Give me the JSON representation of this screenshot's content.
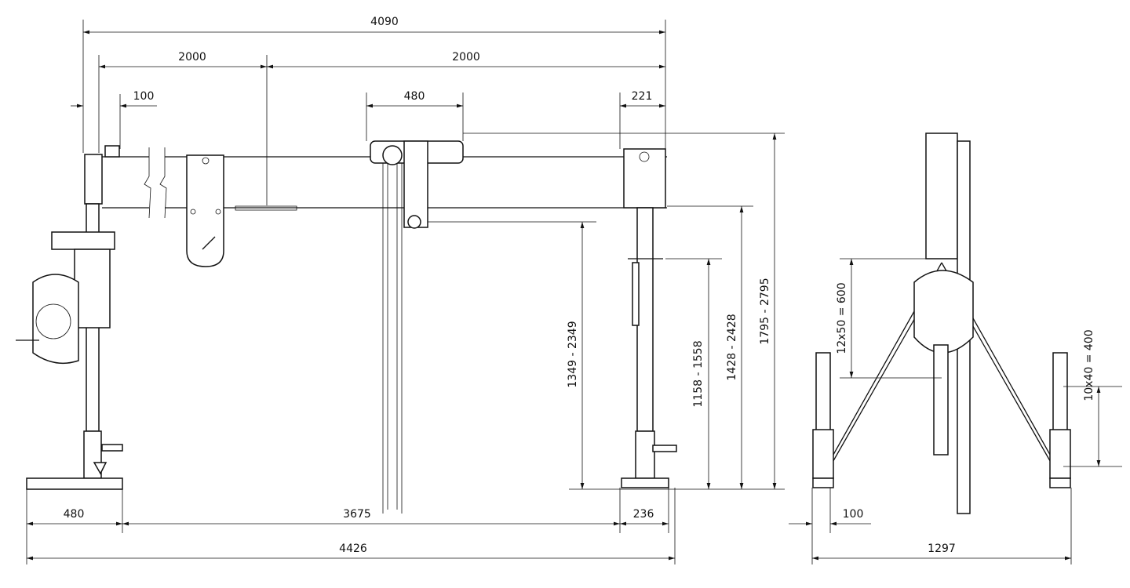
{
  "title": "Gantry crane dimension drawing",
  "dimensions": {
    "overall_top": "4090",
    "span_left": "2000",
    "span_right": "2000",
    "offset_left": "100",
    "trolley_width": "480",
    "end_block": "221",
    "hook_height": "1349 - 2349",
    "lower_height": "1158 - 1558",
    "beam_height": "1428 - 2428",
    "total_height": "1795 - 2795",
    "side_step_top": "12x50 = 600",
    "side_step_leg": "10x40 = 400",
    "base_left": "480",
    "between_bases": "3675",
    "base_right": "236",
    "overall_bottom": "4426",
    "side_leg_width": "100",
    "side_overall": "1297"
  }
}
